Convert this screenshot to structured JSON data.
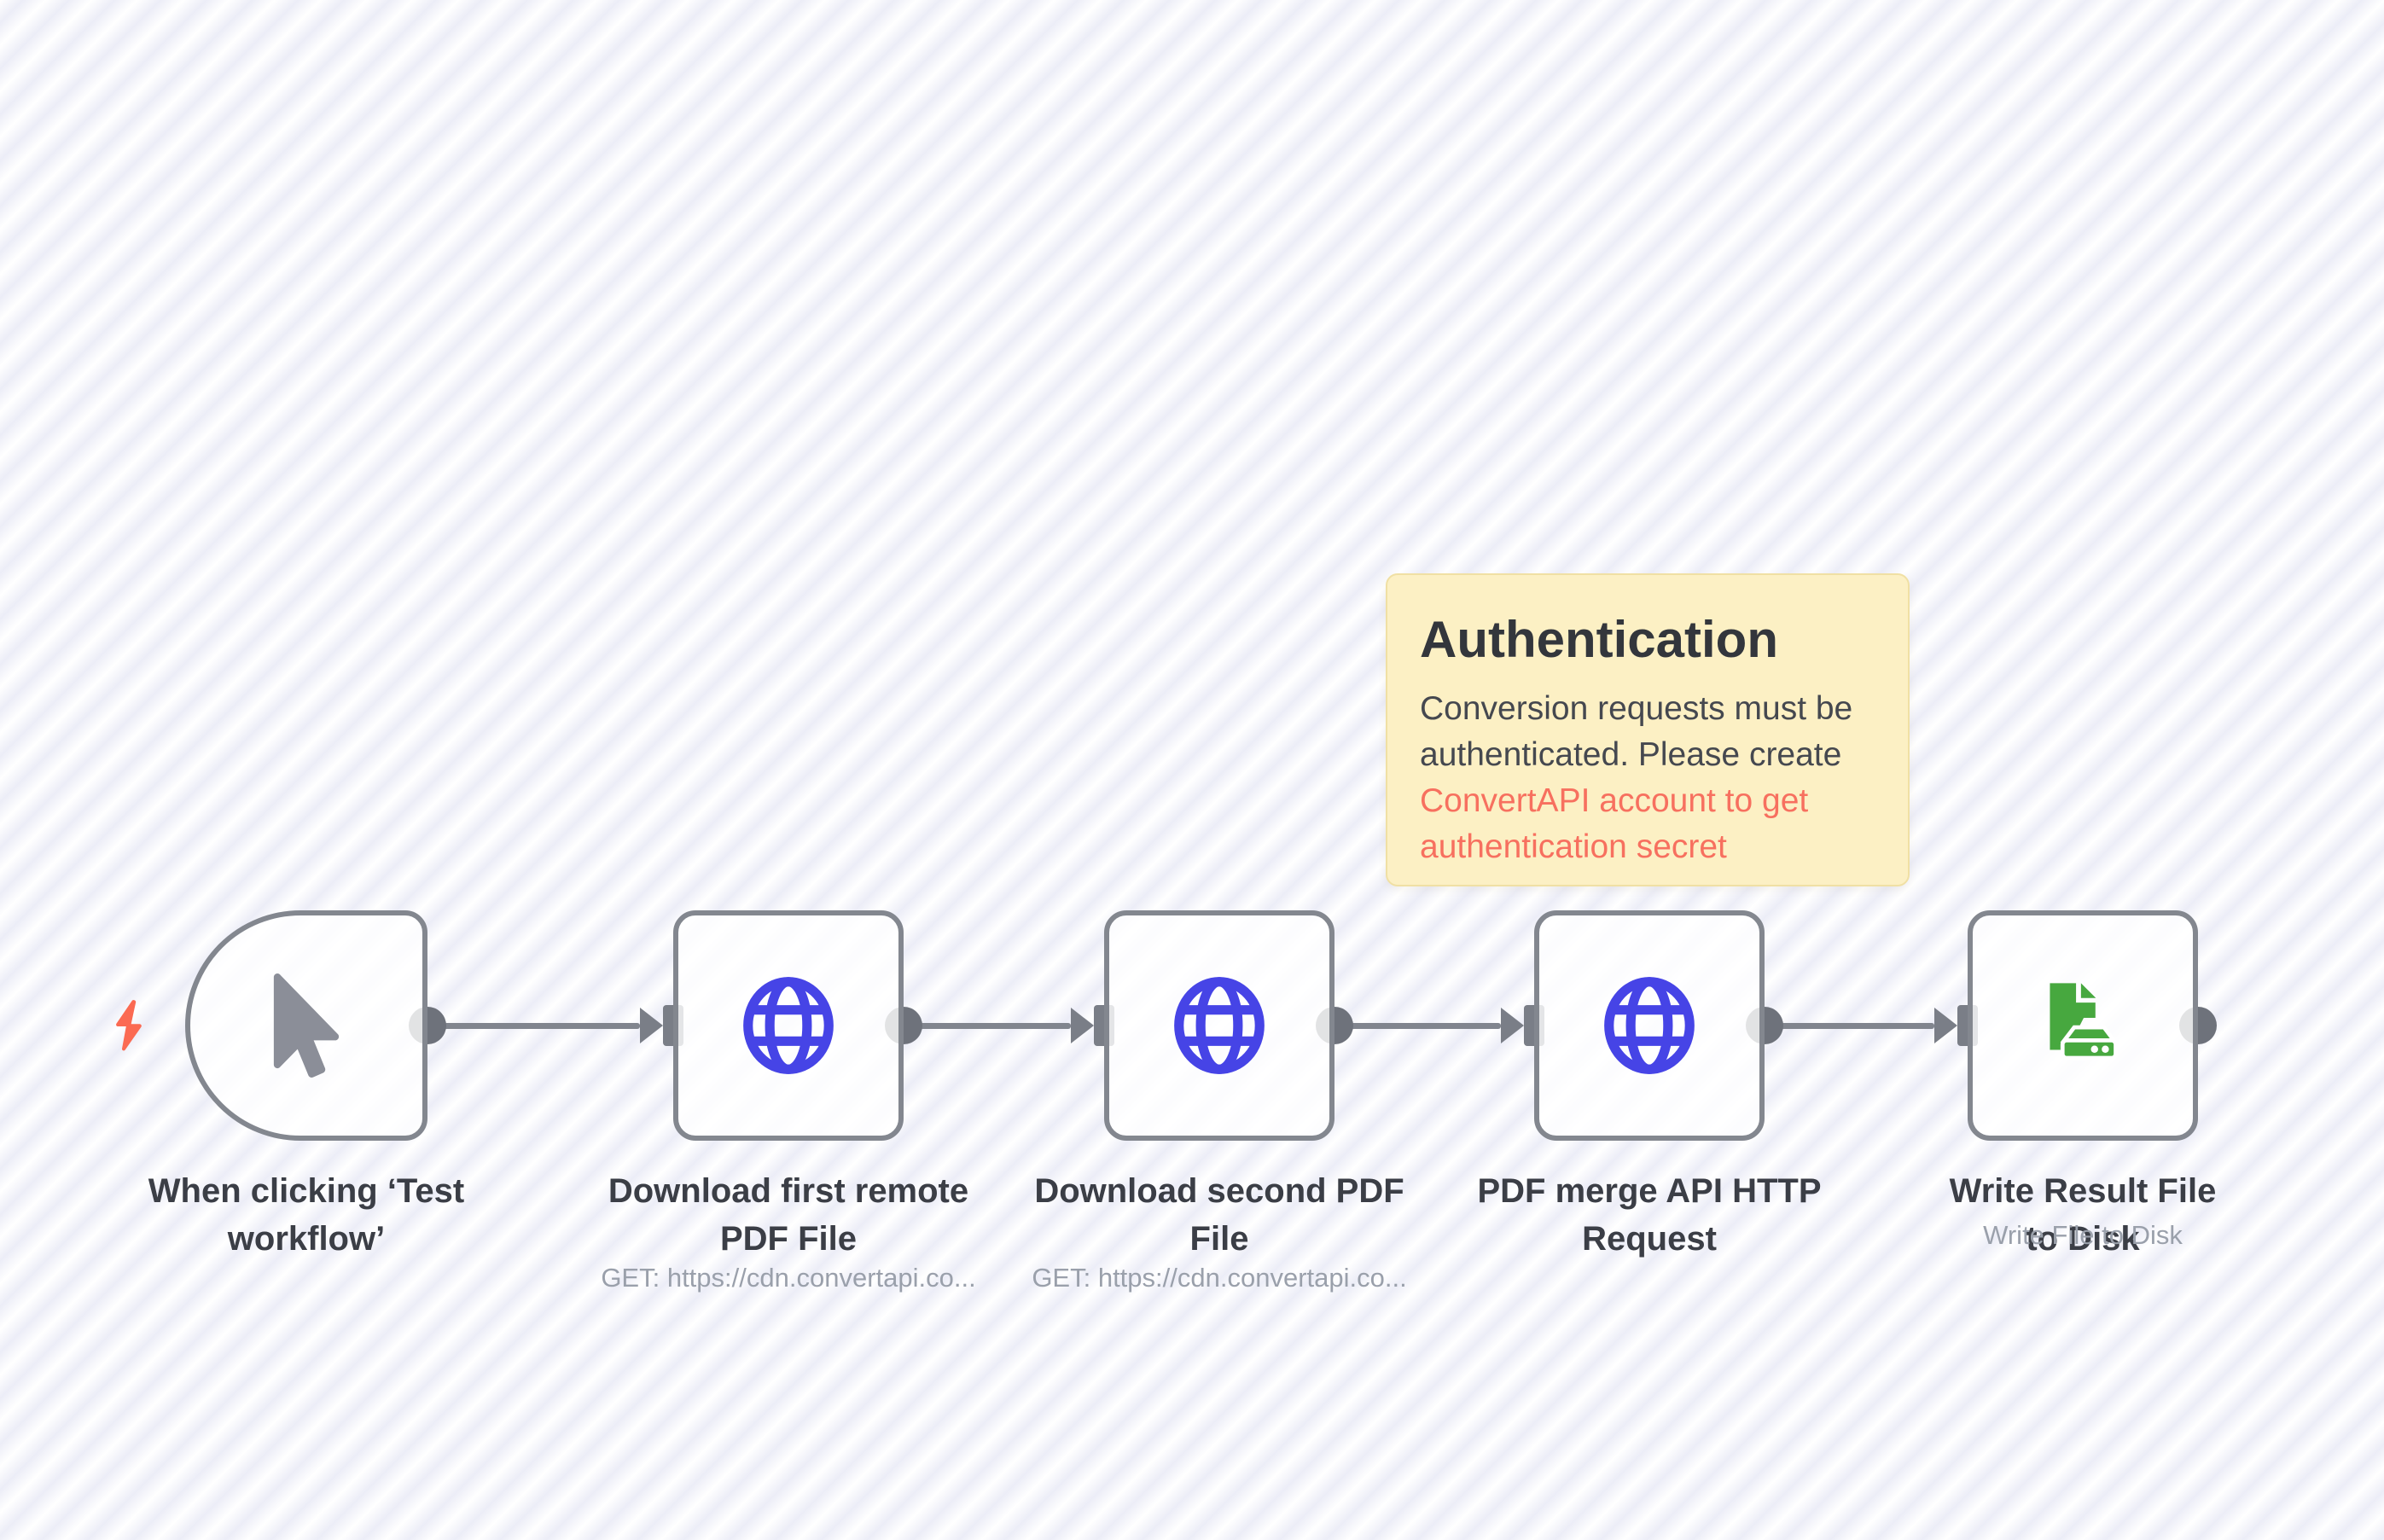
{
  "app": {
    "view": "workflow-canvas"
  },
  "colors": {
    "canvas_stripe_light": "#ffffff",
    "canvas_stripe_dark": "#ecedf7",
    "node_border": "#83878f",
    "connector_gray": "#81858e",
    "endpoint_gray": "#6e727b",
    "label_text": "#3b3e46",
    "subtitle_text": "#9aa0ab",
    "globe_blue": "#4644e6",
    "trigger_bolt_orange": "#fb6a52",
    "cursor_gray": "#8b8e98",
    "file_green": "#47a83f",
    "sticky_bg": "#fcf0c4",
    "sticky_border": "#f0e0a4",
    "sticky_title": "#33363c",
    "sticky_body": "#45484f",
    "sticky_link": "#f7705f"
  },
  "sticky_note": {
    "title": "Authentication",
    "body": "Conversion requests must be authenticated. Please create",
    "link_text": "ConvertAPI account to get authentication secret"
  },
  "nodes": [
    {
      "id": "manual-trigger",
      "label": "When clicking ‘Test workflow’",
      "icon": "cursor-icon"
    },
    {
      "id": "download-first-pdf",
      "label": "Download first remote PDF File",
      "subtitle": "GET: https://cdn.convertapi.co...",
      "icon": "globe-icon"
    },
    {
      "id": "download-second-pdf",
      "label": "Download second PDF File",
      "subtitle": "GET: https://cdn.convertapi.co...",
      "icon": "globe-icon"
    },
    {
      "id": "pdf-merge-request",
      "label": "PDF merge API HTTP Request",
      "icon": "globe-icon"
    },
    {
      "id": "write-result-file",
      "label": "Write Result File to Disk",
      "subtitle": "Write File to Disk",
      "icon": "file-disk-icon"
    }
  ]
}
